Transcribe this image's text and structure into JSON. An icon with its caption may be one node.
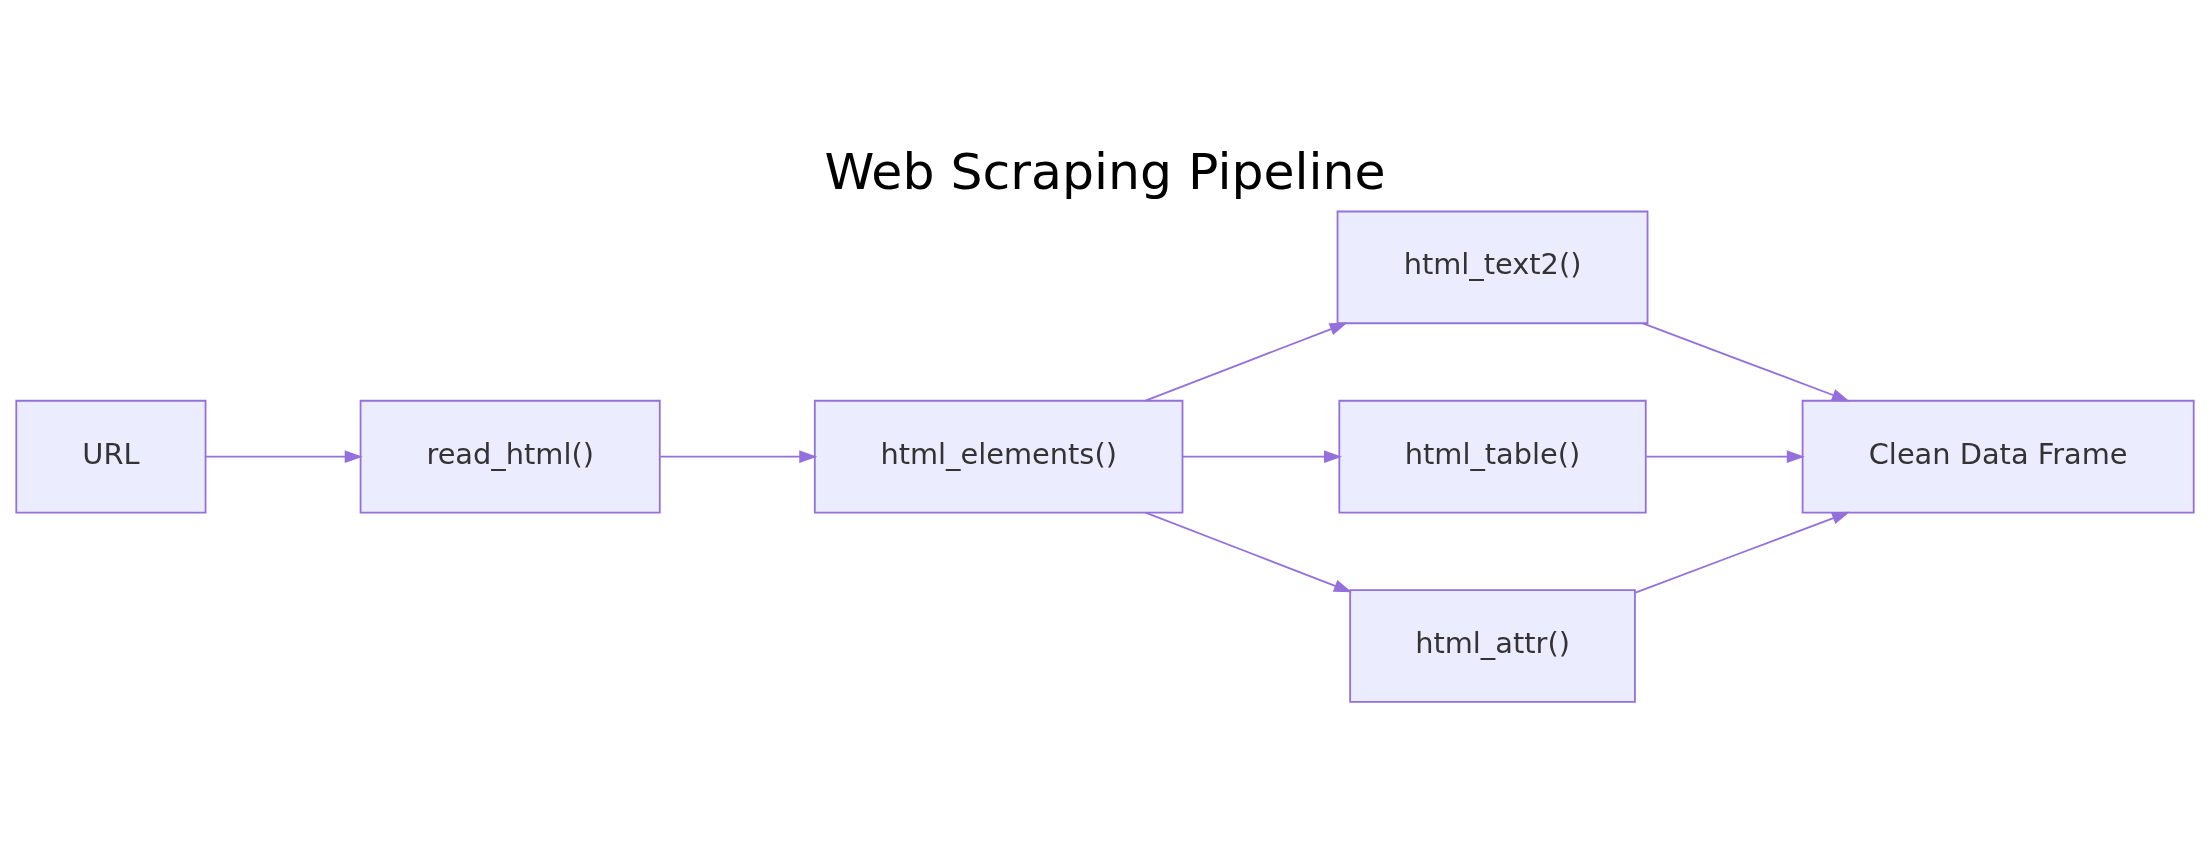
{
  "diagram": {
    "title": "Web Scraping Pipeline",
    "nodes": [
      {
        "text": [
          "URL"
        ]
      },
      {
        "text": [
          "read_html()"
        ]
      },
      {
        "text": [
          "html_elements()"
        ]
      },
      {
        "text": [
          "html_text2()"
        ]
      },
      {
        "text": [
          "html_table()"
        ]
      },
      {
        "text": [
          "html_attr()"
        ]
      },
      {
        "text": [
          "Clean Data Frame"
        ]
      }
    ],
    "edges": [
      {
        "from": 0,
        "to": 1,
        "arrow": "to"
      },
      {
        "from": 1,
        "to": 2,
        "arrow": "to"
      },
      {
        "from": 2,
        "to": 3,
        "arrow": "to"
      },
      {
        "from": 2,
        "to": 4,
        "arrow": "to"
      },
      {
        "from": 2,
        "to": 5,
        "arrow": "to"
      },
      {
        "from": 3,
        "to": 6,
        "arrow": "to"
      },
      {
        "from": 4,
        "to": 6,
        "arrow": "to"
      },
      {
        "from": 5,
        "to": 6,
        "arrow": "to"
      }
    ]
  }
}
